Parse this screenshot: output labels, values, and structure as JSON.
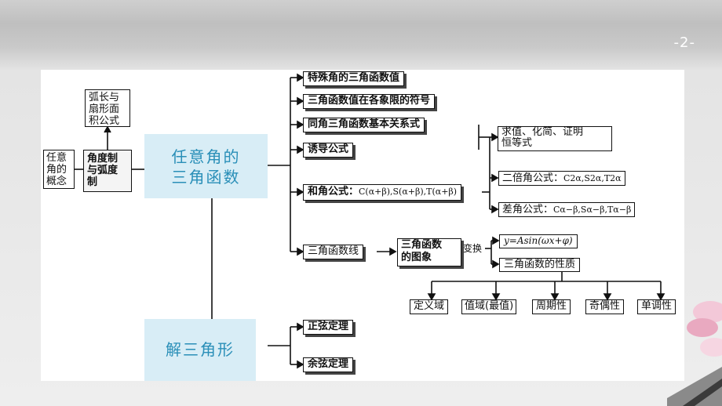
{
  "page_number": "-2-",
  "nodes": {
    "arc_formula": [
      "弧长与",
      "扇形面",
      "积公式"
    ],
    "any_angle_concept": [
      "任意",
      "角的",
      "概念"
    ],
    "degree_radian": [
      "角度制",
      "与弧度",
      "制"
    ],
    "trig_of_any_angle": [
      "任意角的",
      "三角函数"
    ],
    "solve_triangle": "解三角形",
    "special_values": "特殊角的三角函数值",
    "quadrant_signs": "三角函数值在各象限的符号",
    "basic_relations": "同角三角函数基本关系式",
    "induction_formulas": "诱导公式",
    "sum_formulas_label": "和角公式：",
    "sum_formulas_expr": "C(α+β),S(α+β),T(α+β)",
    "evaluate": [
      "求值、化简、证明",
      "恒等式"
    ],
    "double_angle_label": "二倍角公式：",
    "double_angle_expr": "C2α,S2α,T2α",
    "difference_label": "差角公式：",
    "difference_expr": "Cα−β,Sα−β,Tα−β",
    "trig_line": "三角函数线",
    "trig_graph": [
      "三角函数",
      "的图象"
    ],
    "transform_label": "变换",
    "asin_formula": "y=Asin(ωx+φ)",
    "trig_properties": "三角函数的性质",
    "properties": [
      "定义域",
      "值域(最值)",
      "周期性",
      "奇偶性",
      "单调性"
    ],
    "law_of_sines": "正弦定理",
    "law_of_cosines": "余弦定理"
  }
}
